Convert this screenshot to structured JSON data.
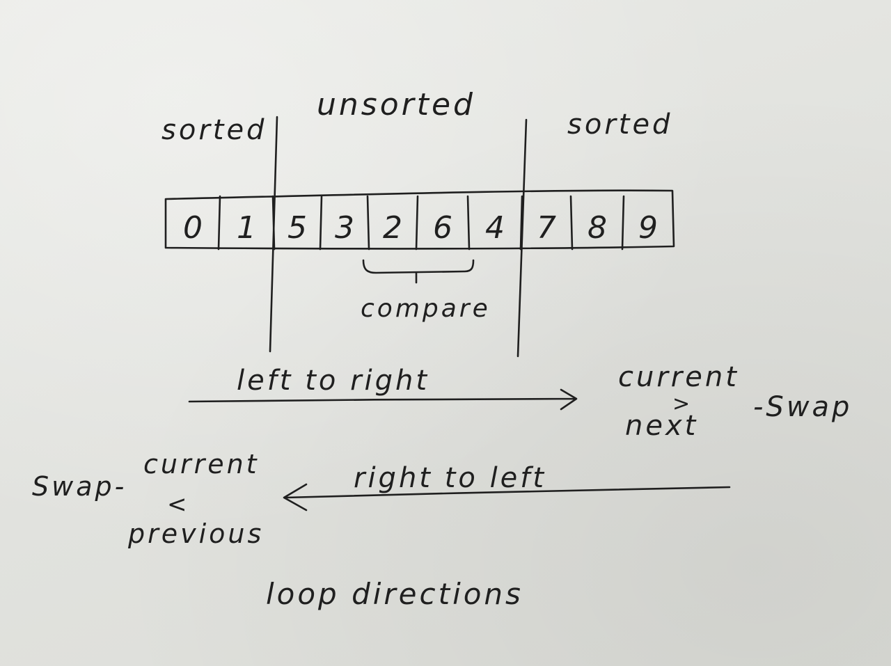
{
  "labels": {
    "sorted_left": "sorted",
    "unsorted": "unsorted",
    "sorted_right": "sorted",
    "compare": "compare",
    "left_to_right": "left to right",
    "right_to_left": "right to left",
    "current_right": "current",
    "gt_symbol": ">",
    "next": "next",
    "swap_right": "-Swap",
    "current_left": "current",
    "lt_symbol": "<",
    "previous": "previous",
    "swap_left": "Swap-",
    "loop_directions": "loop directions"
  },
  "array": {
    "cells": [
      "0",
      "1",
      "5",
      "3",
      "2",
      "6",
      "4",
      "7",
      "8",
      "9"
    ]
  }
}
